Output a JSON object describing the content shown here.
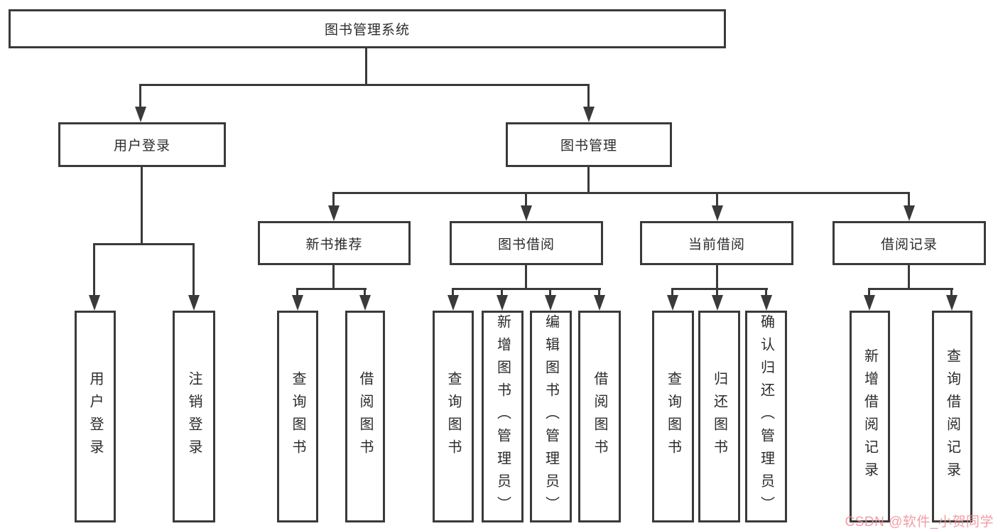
{
  "tree": {
    "root": {
      "label": "图书管理系统"
    },
    "branches": [
      {
        "label": "用户登录",
        "children": [
          {
            "label": "用户登录"
          },
          {
            "label": "注销登录"
          }
        ]
      },
      {
        "label": "图书管理",
        "children": [
          {
            "label": "新书推荐",
            "children": [
              {
                "label": "查询图书"
              },
              {
                "label": "借阅图书"
              }
            ]
          },
          {
            "label": "图书借阅",
            "children": [
              {
                "label": "查询图书"
              },
              {
                "label": "新增图书（管理员）"
              },
              {
                "label": "编辑图书（管理员）"
              },
              {
                "label": "借阅图书"
              }
            ]
          },
          {
            "label": "当前借阅",
            "children": [
              {
                "label": "查询图书"
              },
              {
                "label": "归还图书"
              },
              {
                "label": "确认归还（管理员）"
              }
            ]
          },
          {
            "label": "借阅记录",
            "children": [
              {
                "label": "新增借阅记录"
              },
              {
                "label": "查询借阅记录"
              }
            ]
          }
        ]
      }
    ]
  },
  "watermark": {
    "text": "CSDN @软件_小贺同学",
    "color": "#ee8d96"
  },
  "colors": {
    "line": "#3a3a3a",
    "box_background": "#ffffff",
    "text": "#2b2b2b"
  }
}
